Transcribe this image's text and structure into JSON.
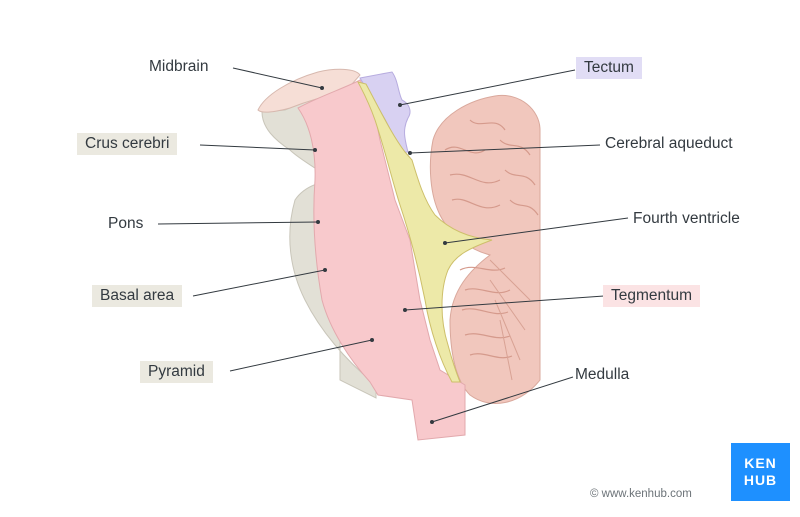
{
  "labels": {
    "midbrain": "Midbrain",
    "crus_cerebri": "Crus cerebri",
    "pons": "Pons",
    "basal_area": "Basal area",
    "pyramid": "Pyramid",
    "tectum": "Tectum",
    "cerebral_aqueduct": "Cerebral aqueduct",
    "fourth_ventricle": "Fourth ventricle",
    "tegmentum": "Tegmentum",
    "medulla": "Medulla"
  },
  "branding": {
    "logo_line1": "KEN",
    "logo_line2": "HUB",
    "credit": "© www.kenhub.com"
  },
  "colors": {
    "tegmentum": "#f8c9cc",
    "basal_area": "#e2e0d6",
    "tectum": "#d8d1f2",
    "ventricle": "#ede9a8",
    "cerebellum": "#f1c7bd",
    "logo": "#1e90ff"
  }
}
